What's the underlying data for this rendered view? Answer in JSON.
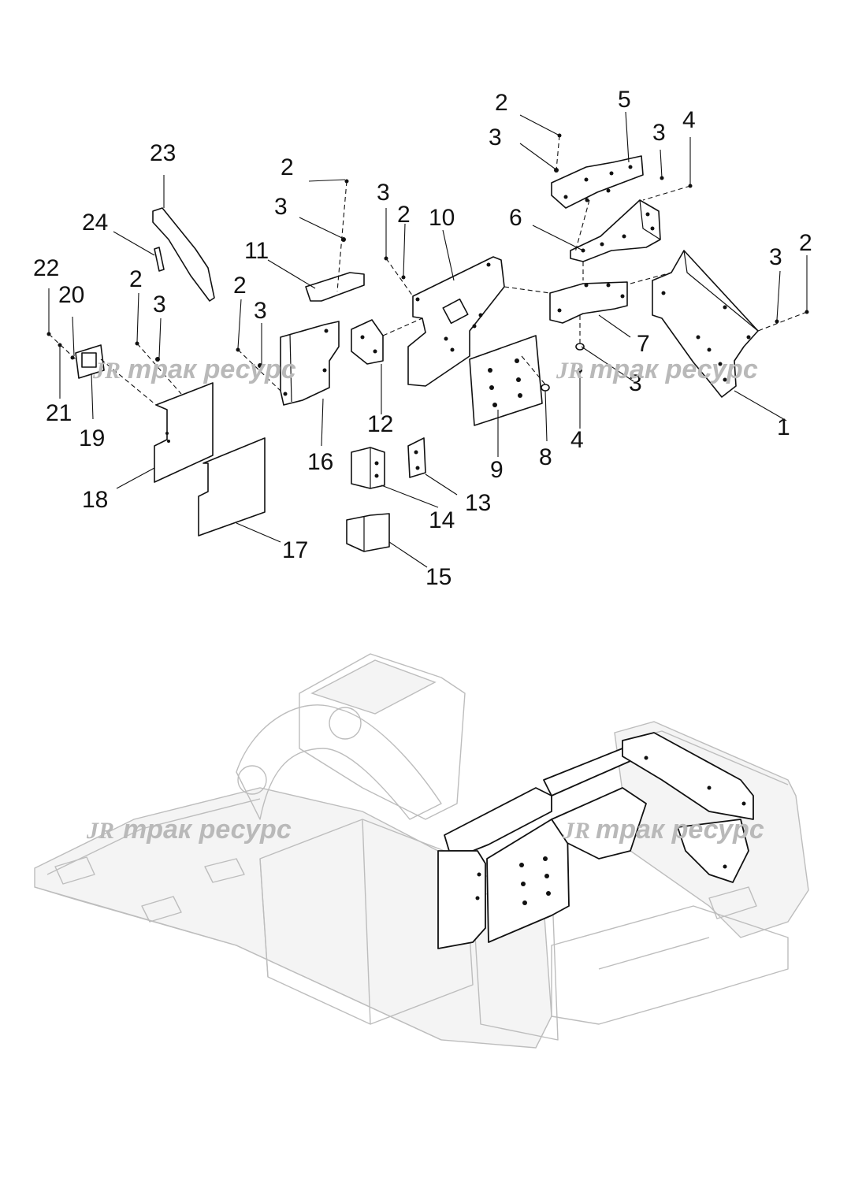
{
  "watermark": {
    "brand_text": "трак ресурс"
  },
  "callouts": {
    "c1": "1",
    "c2a": "2",
    "c2b": "2",
    "c2c": "2",
    "c2d": "2",
    "c2e": "2",
    "c2f": "2",
    "c3a": "3",
    "c3b": "3",
    "c3c": "3",
    "c3d": "3",
    "c3e": "3",
    "c3f": "3",
    "c3g": "3",
    "c3h": "3",
    "c4a": "4",
    "c4b": "4",
    "c5": "5",
    "c6": "6",
    "c7": "7",
    "c8": "8",
    "c9": "9",
    "c10": "10",
    "c11": "11",
    "c12": "12",
    "c13": "13",
    "c14": "14",
    "c15": "15",
    "c16": "16",
    "c17": "17",
    "c18": "18",
    "c19": "19",
    "c20": "20",
    "c21": "21",
    "c22": "22",
    "c23": "23",
    "c24": "24"
  }
}
